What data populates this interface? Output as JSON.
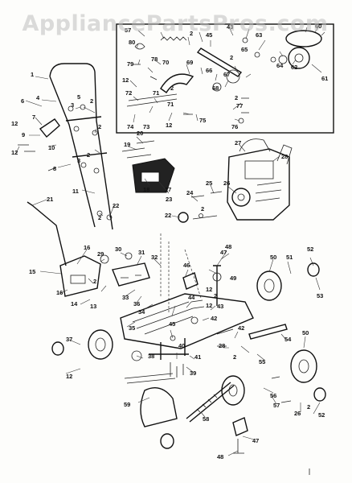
{
  "watermark": "AppliancePartsPros.com",
  "colors": {
    "ink": "#111111",
    "paper": "#fdfdfb",
    "watermark": "#bebebe"
  },
  "callouts": {
    "c1": "1",
    "c2": "2",
    "c3": "3",
    "c4": "4",
    "c5": "5",
    "c6": "6",
    "c7": "7",
    "c8": "8",
    "c9": "9",
    "c10": "10",
    "c11": "11",
    "c12": "12",
    "c13": "13",
    "c14": "14",
    "c15": "15",
    "c16": "16",
    "c17": "17",
    "c18": "18",
    "c19": "19",
    "c20": "20",
    "c21": "21",
    "c22": "22",
    "c23": "23",
    "c24": "24",
    "c25": "25",
    "c26": "26",
    "c27": "27",
    "c28": "28",
    "c29": "29",
    "c30": "30",
    "c31": "31",
    "c32": "32",
    "c33": "33",
    "c34": "34",
    "c35": "35",
    "c36": "36",
    "c37": "37",
    "c38": "38",
    "c39": "39",
    "c40": "40",
    "c41": "41",
    "c42": "42",
    "c43": "43",
    "c44": "44",
    "c45": "45",
    "c46": "46",
    "c47": "47",
    "c48": "48",
    "c49": "49",
    "c50": "50",
    "c51": "51",
    "c52": "52",
    "c53": "53",
    "c54": "54",
    "c55": "55",
    "c56": "56",
    "c57": "57",
    "c58": "58",
    "c59": "59",
    "c60": "60",
    "c61": "61",
    "c62": "62",
    "c63": "63",
    "c64": "64",
    "c65": "65",
    "c66": "66",
    "c67": "67",
    "c68": "68",
    "c69": "69",
    "c70": "70",
    "c71": "71",
    "c72": "72",
    "c73": "73",
    "c74": "74",
    "c75": "75",
    "c76": "76",
    "c77": "77",
    "c78": "78",
    "c79": "79",
    "c80": "80"
  }
}
